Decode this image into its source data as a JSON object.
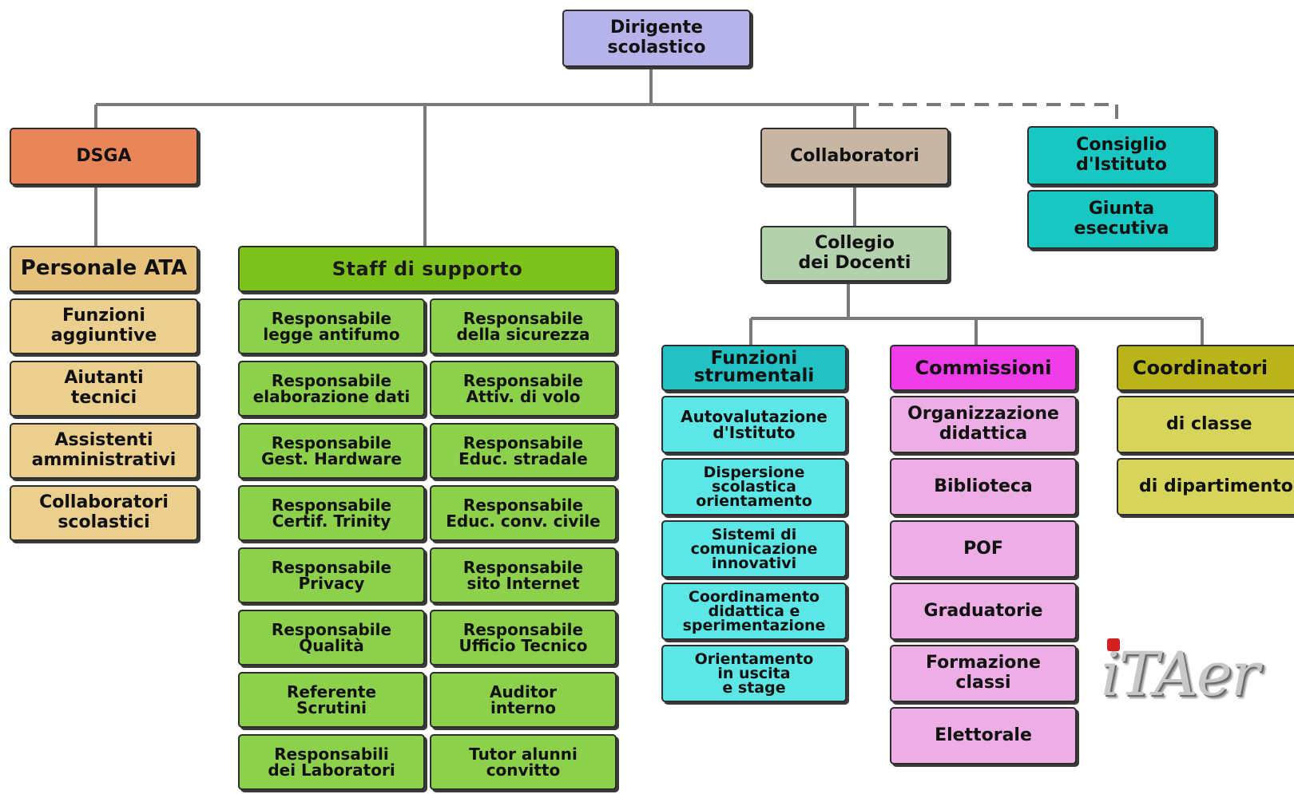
{
  "top": {
    "dirigente": "Dirigente\nscolastico"
  },
  "dsga": {
    "label": "DSGA"
  },
  "ata": {
    "header": "Personale ATA",
    "items": [
      "Funzioni\naggiuntive",
      "Aiutanti\ntecnici",
      "Assistenti\namministrativi",
      "Collaboratori\nscolastici"
    ]
  },
  "staff": {
    "header": "Staff di supporto",
    "left": [
      "Responsabile\nlegge antifumo",
      "Responsabile\nelaborazione dati",
      "Responsabile\nGest. Hardware",
      "Responsabile\nCertif. Trinity",
      "Responsabile\nPrivacy",
      "Responsabile\nQualità",
      "Referente\nScrutini",
      "Responsabili\ndei Laboratori"
    ],
    "right": [
      "Responsabile\ndella sicurezza",
      "Responsabile\nAttiv. di volo",
      "Responsabile\nEduc. stradale",
      "Responsabile\nEduc. conv. civile",
      "Responsabile\nsito Internet",
      "Responsabile\nUfficio Tecnico",
      "Auditor\ninterno",
      "Tutor alunni\nconvitto"
    ]
  },
  "collaboratori": {
    "label": "Collaboratori"
  },
  "collegio": {
    "label": "Collegio\ndei Docenti"
  },
  "consiglio": {
    "label": "Consiglio\nd'Istituto"
  },
  "giunta": {
    "label": "Giunta\nesecutiva"
  },
  "funzioni": {
    "header": "Funzioni\nstrumentali",
    "items": [
      "Autovalutazione\nd'Istituto",
      "Dispersione\nscolastica\norientamento",
      "Sistemi di\ncomunicazione\ninnovativi",
      "Coordinamento\ndidattica e\nsperimentazione",
      "Orientamento\nin uscita\ne stage"
    ]
  },
  "commissioni": {
    "header": "Commissioni",
    "items": [
      "Organizzazione\ndidattica",
      "Biblioteca",
      "POF",
      "Graduatorie",
      "Formazione\nclassi",
      "Elettorale"
    ]
  },
  "coordinatori": {
    "header": "Coordinatori",
    "items": [
      "di classe",
      "di dipartimento"
    ]
  },
  "logo": {
    "text": "iTAer"
  },
  "colors": {
    "dirigente": "#b6b3ea",
    "dsga": "#e8865a",
    "staff": "#8cd04c",
    "funzioni": "#5ce6e6",
    "commissioni": "#ecaee4",
    "coordinatori": "#d6d45a"
  }
}
